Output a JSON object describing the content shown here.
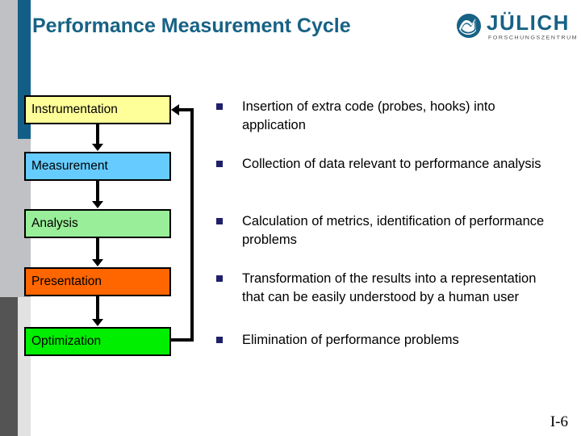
{
  "slide": {
    "title": "Performance Measurement Cycle",
    "page_number": "I-6",
    "accent_color": "#176285",
    "bullet_marker_color": "#1f1f6b"
  },
  "logo": {
    "mark": "juelich-swoosh-icon",
    "wordmark": "JÜLICH",
    "subtitle": "FORSCHUNGSZENTRUM"
  },
  "flowchart": {
    "name": "performance-measurement-cycle",
    "feedback_loop": "Optimization back to Instrumentation",
    "boxes": [
      {
        "label": "Instrumentation",
        "color": "#ffff99"
      },
      {
        "label": "Measurement",
        "color": "#66ccff"
      },
      {
        "label": "Analysis",
        "color": "#99ee99"
      },
      {
        "label": "Presentation",
        "color": "#ff6600"
      },
      {
        "label": "Optimization",
        "color": "#00ee00"
      }
    ]
  },
  "bullets": [
    {
      "text": "Insertion of extra code (probes, hooks) into application"
    },
    {
      "text": "Collection of data relevant to performance analysis"
    },
    {
      "text": "Calculation of metrics,  identification of performance problems"
    },
    {
      "text": "Transformation of the results into a representation that can  be easily understood by a human user"
    },
    {
      "text": "Elimination of performance problems"
    }
  ]
}
